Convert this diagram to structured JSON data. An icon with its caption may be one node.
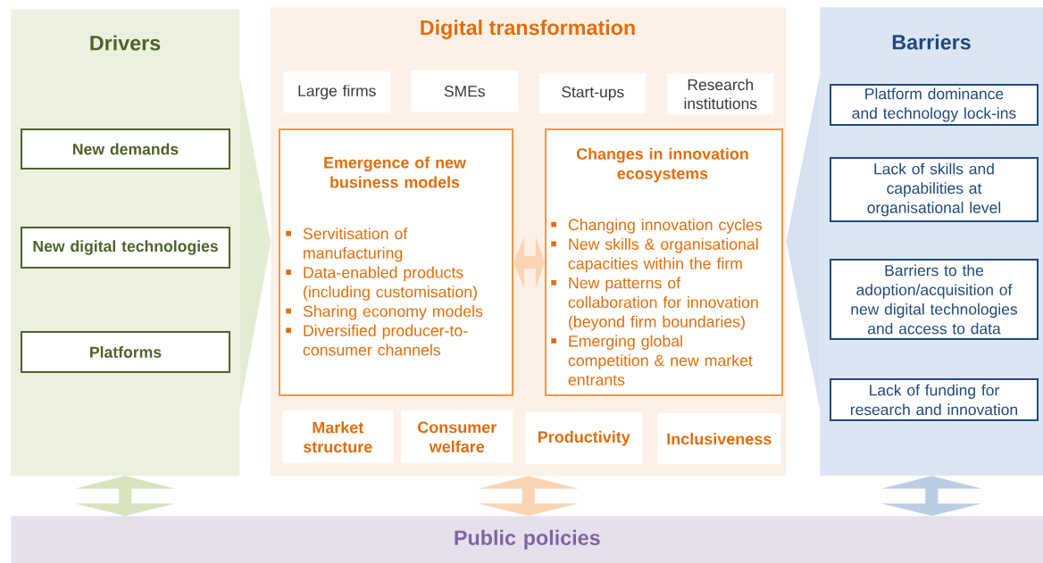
{
  "diagram": {
    "nodes": [
      {
        "text": [
          "Drivers"
        ]
      },
      {
        "text": [
          "New demands"
        ],
        "in": 0
      },
      {
        "text": [
          "New digital technologies"
        ],
        "in": 0
      },
      {
        "text": [
          "Platforms"
        ],
        "in": 0
      },
      {
        "text": [
          "Digital transformation"
        ]
      },
      {
        "text": [
          "Large firms"
        ],
        "in": 4
      },
      {
        "text": [
          "SMEs"
        ],
        "in": 4
      },
      {
        "text": [
          "Start-ups"
        ],
        "in": 4
      },
      {
        "text": [
          "Research institutions"
        ],
        "in": 4
      },
      {
        "text": [
          "Emergence of new business models",
          "Servitisation of manufacturing",
          "Data-enabled products (including customisation)",
          "Sharing economy models",
          "Diversified producer-to-consumer channels"
        ],
        "in": 4
      },
      {
        "text": [
          "Changes in innovation ecosystems",
          "Changing innovation cycles",
          "New skills & organisational capacities within the firm",
          "New patterns of collaboration for innovation (beyond firm boundaries)",
          "Emerging global competition & new market entrants"
        ],
        "in": 4
      },
      {
        "text": [
          "Market structure"
        ],
        "in": 4
      },
      {
        "text": [
          "Consumer welfare"
        ],
        "in": 4
      },
      {
        "text": [
          "Productivity"
        ],
        "in": 4
      },
      {
        "text": [
          "Inclusiveness"
        ],
        "in": 4
      },
      {
        "text": [
          "Barriers"
        ]
      },
      {
        "text": [
          "Platform dominance and technology lock-ins"
        ],
        "in": 15
      },
      {
        "text": [
          "Lack of skills and capabilities at organisational level"
        ],
        "in": 15
      },
      {
        "text": [
          "Barriers to the adoption/acquisition of new digital technologies and access to data"
        ],
        "in": 15
      },
      {
        "text": [
          "Lack of funding for research and innovation"
        ],
        "in": 15
      },
      {
        "text": [
          "Public policies"
        ]
      }
    ],
    "edges": [
      {
        "from": 0,
        "to": 4,
        "arrow": "to",
        "color": "#e4ecd4"
      },
      {
        "from": 15,
        "to": 4,
        "arrow": "to",
        "color": "#d6e2f0"
      },
      {
        "from": 9,
        "to": 10,
        "arrow": "both",
        "color": "#fbd4b4"
      },
      {
        "from": 0,
        "to": 20,
        "arrow": "both",
        "color": "#d7e4bd"
      },
      {
        "from": 4,
        "to": 20,
        "arrow": "both",
        "color": "#fbd4b4"
      },
      {
        "from": 15,
        "to": 20,
        "arrow": "both",
        "color": "#b9cde5"
      }
    ]
  }
}
